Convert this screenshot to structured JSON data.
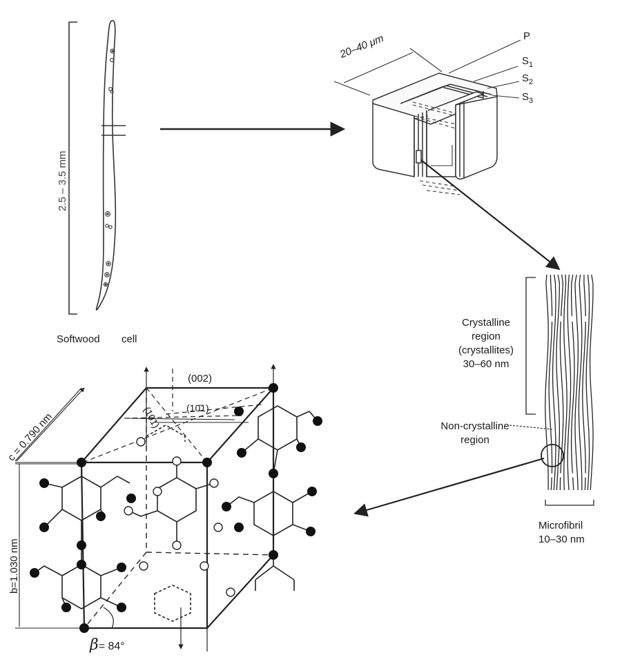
{
  "cell": {
    "length_label": "2.5 – 3.5 mm",
    "caption_word1": "Softwood",
    "caption_word2": "cell"
  },
  "wall": {
    "width_label": "20–40 μm",
    "layers": [
      "P",
      "S",
      "S",
      "S"
    ],
    "layer_subscripts": [
      "",
      "1",
      "2",
      "3"
    ]
  },
  "microfibril": {
    "crystalline_line1": "Crystalline",
    "crystalline_line2": "region",
    "crystalline_line3": "(crystallites)",
    "crystalline_line4": "30–60 nm",
    "noncrystalline_line1": "Non-crystalline",
    "noncrystalline_line2": "region",
    "width_line1": "Microfibril",
    "width_line2": "10–30 nm"
  },
  "unit_cell": {
    "c_label": "c = 0.790 nm",
    "b_label": "b=1.030 nm",
    "plane_002": "(002)",
    "plane_101": "(101)",
    "plane_10m1": "(10̄1)",
    "beta_symbol": "β",
    "beta_value": "= 84°"
  }
}
